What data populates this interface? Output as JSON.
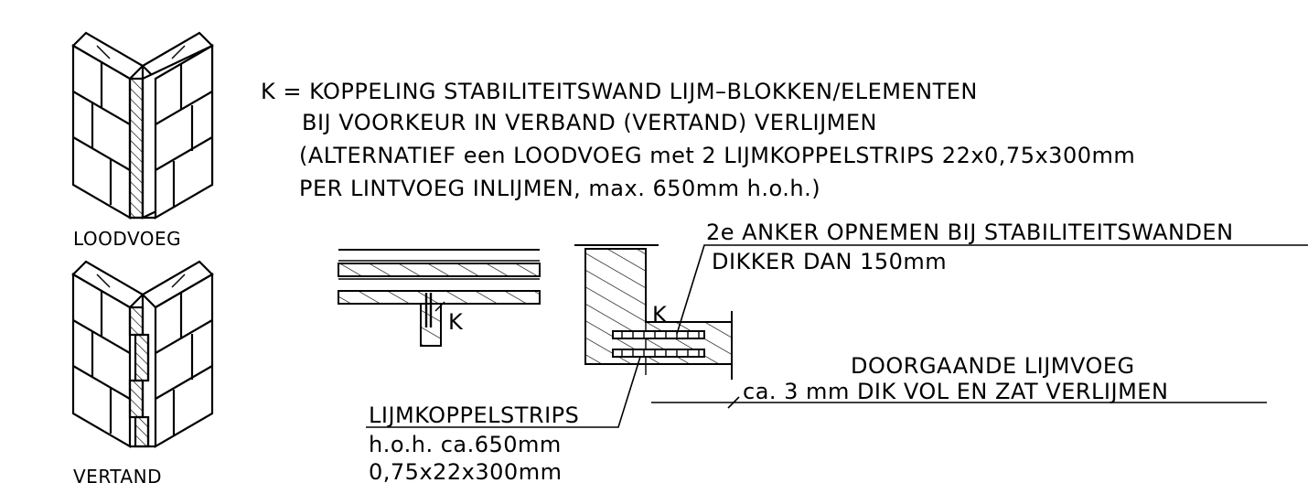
{
  "labels": {
    "loodvoeg": "LOODVOEG",
    "vertand": "VERTAND"
  },
  "description": {
    "line1": "K = KOPPELING STABILITEITSWAND LIJM–BLOKKEN/ELEMENTEN",
    "line2": "BIJ VOORKEUR IN VERBAND (VERTAND) VERLIJMEN",
    "line3": "(ALTERNATIEF een LOODVOEG met 2 LIJMKOPPELSTRIPS 22x0,75x300mm",
    "line4": "PER LINTVOEG INLIJMEN, max. 650mm h.o.h.)"
  },
  "annotations": {
    "anker_line1": "2e ANKER OPNEMEN BIJ STABILITEITSWANDEN",
    "anker_line2": "DIKKER DAN 150mm",
    "k_left": "K",
    "k_right": "K",
    "lijmvoeg_line1": "DOORGAANDE LIJMVOEG",
    "lijmvoeg_line2": "ca. 3 mm DIK VOL EN ZAT VERLIJMEN",
    "strips_line1": "LIJMKOPPELSTRIPS",
    "strips_line2": "h.o.h. ca.650mm",
    "strips_line3": "0,75x22x300mm"
  }
}
